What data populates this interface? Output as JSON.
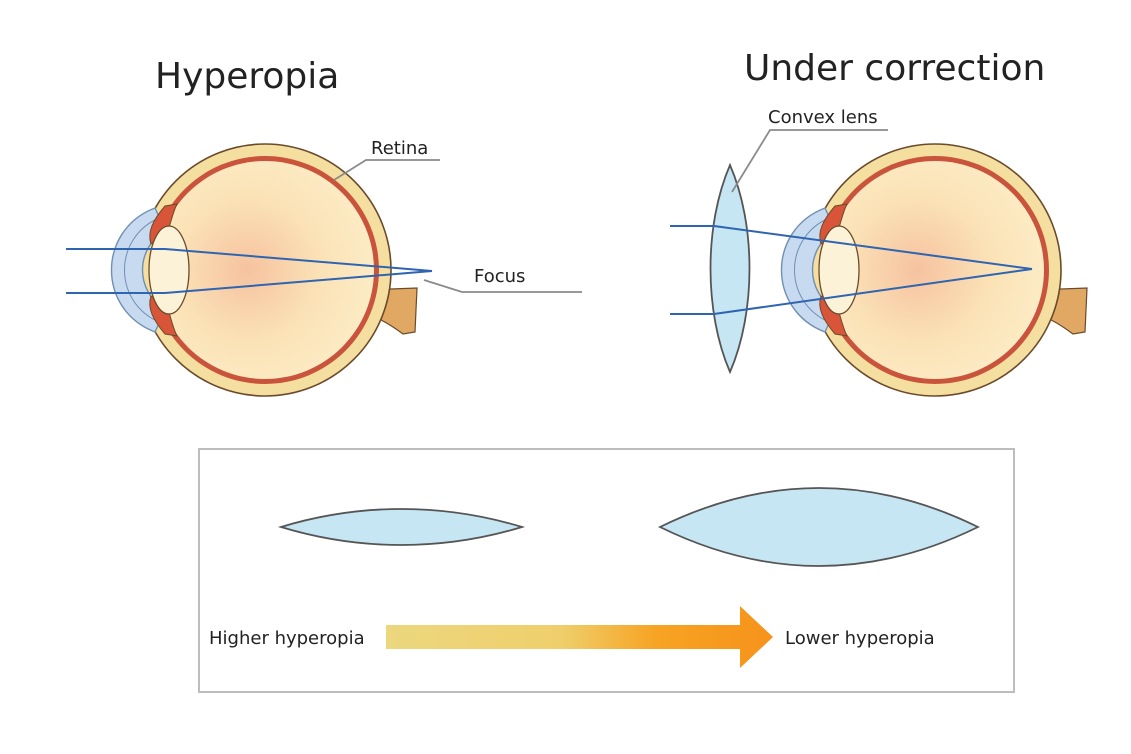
{
  "titles": {
    "left": "Hyperopia",
    "right": "Under correction"
  },
  "labels": {
    "retina": "Retina",
    "focus": "Focus",
    "convex_lens": "Convex lens"
  },
  "scale": {
    "left": "Higher hyperopia",
    "right": "Lower hyperopia"
  },
  "colors": {
    "sclera": "#f4dfa0",
    "retina": "#c9543b",
    "vitreous": "#fbe6b8",
    "vitreous_center": "#f6c2a0",
    "cornea": "#c7daf0",
    "lens": "#fbf2d8",
    "iris": "#d9553a",
    "ray": "#2f64b0",
    "optic_nerve": "#e0a863",
    "corrective_lens": "#c6e6f3",
    "arrow_start": "#ecd77e",
    "arrow_end": "#f6931a",
    "leader": "#8a8a8a",
    "frame": "#bdbdbd"
  }
}
